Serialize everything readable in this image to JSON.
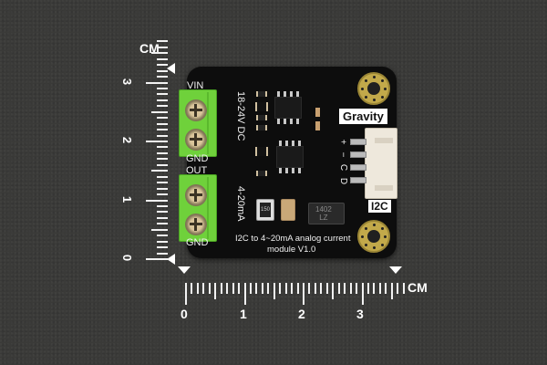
{
  "scene": {
    "description": "Product photo of a DFRobot Gravity I2C to 4-20mA analog current module on dark textured background with centimeter rulers",
    "background_color": "#3a3a38"
  },
  "vertical_ruler": {
    "unit": "CM",
    "labels": [
      "3",
      "2",
      "1",
      "0"
    ]
  },
  "horizontal_ruler": {
    "unit": "CM",
    "labels": [
      "0",
      "1",
      "2",
      "3"
    ]
  },
  "board": {
    "color": "#0d0d0d",
    "terminal_color": "#6fd13b",
    "gravity_label": "Gravity",
    "i2c_label": "I2C",
    "input_terminal": {
      "top_label": "VIN",
      "bottom_label": "GND",
      "side_label": "18-24V DC"
    },
    "output_terminal": {
      "top_label": "OUT",
      "bottom_label": "GND",
      "side_label": "4-20mA"
    },
    "connector_pins": [
      "+",
      "−",
      "C",
      "D"
    ],
    "title_line1": "I2C to 4~20mA analog current",
    "title_line2": "module V1.0",
    "resistor_code": "150",
    "diode_code_line1": "1402",
    "diode_code_line2": "LZ"
  }
}
